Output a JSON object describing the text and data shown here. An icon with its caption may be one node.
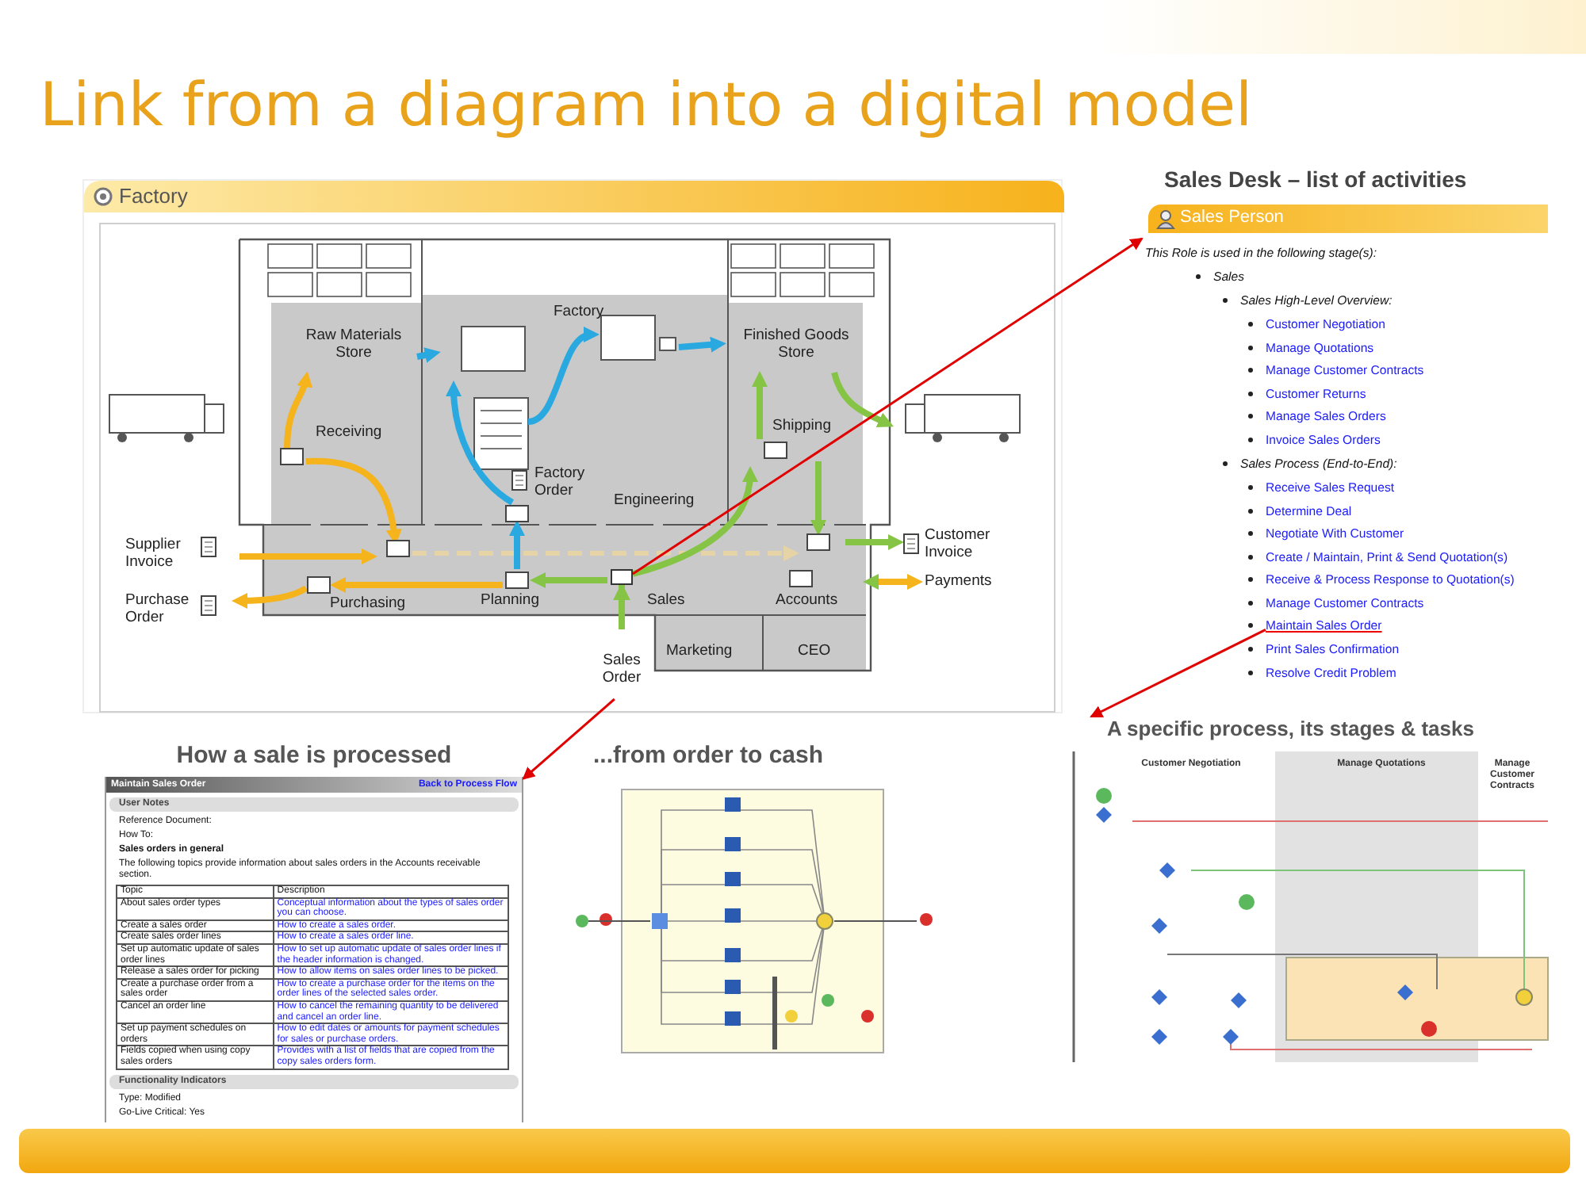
{
  "diagram": {
    "title": "Link from a diagram into a digital model",
    "nodes": [
      {
        "text": [
          "Factory"
        ]
      },
      {
        "text": [],
        "shape": "picture",
        "in": 0
      },
      {
        "text": [],
        "shape": "box",
        "in": 1
      },
      {
        "text": [
          "Sales Order"
        ],
        "in": 1
      },
      {
        "text": [
          "Sales Desk – list of activities",
          "Sales Person",
          "This Role is used in the following stage(s):",
          "Sales",
          "Sales High-Level Overview:",
          "Customer Negotiation",
          "Manage Quotations",
          "Manage Customer Contracts",
          "Customer Returns",
          "Manage Sales Orders",
          "Invoice Sales Orders",
          "Sales Process (End-to-End):",
          "Receive Sales Request",
          "Determine Deal",
          "Negotiate With Customer",
          "Create / Maintain, Print & Send Quotation(s)",
          "Receive & Process Response to Quotation(s)",
          "Manage Customer Contracts",
          "Print Sales Confirmation",
          "Resolve Credit Problem"
        ]
      },
      {
        "text": [
          "Maintain Sales Order"
        ],
        "in": 4
      },
      {
        "text": [
          "How a sale is processed",
          "Maintain Sales Order",
          "Back to Process Flow",
          "User Notes",
          "Reference Document:",
          "How To:",
          "Sales orders in general",
          "The following topics provide information about sales orders in the Accounts receivable section.",
          "Topic",
          "Description",
          "About sales order types",
          "Conceptual information about the types of sales order you can choose.",
          "Create a sales order",
          "How to create a sales order.",
          "Create sales order lines",
          "How to create a sales order line.",
          "Set up automatic update of sales order lines",
          "How to set up automatic update of sales order lines if the header information is changed.",
          "Release a sales order for picking",
          "How to allow items on sales order lines to be picked.",
          "Create a purchase order from a sales order",
          "How to create a purchase order for the items on the order lines of the selected sales order.",
          "Cancel an order line",
          "How to cancel the remaining quantity to be delivered and cancel an order line.",
          "Set up payment schedules on orders",
          "How to edit dates or amounts for payment schedules for sales or purchase orders.",
          "Fields copied when using copy sales orders",
          "Provides with a list of fields that are copied from the copy sales orders form.",
          "Functionality Indicators",
          "Type: Modified",
          "Go-Live Critical: Yes"
        ]
      },
      {
        "text": [
          "...from order to cash"
        ]
      },
      {
        "text": [
          "A specific process, its stages & tasks",
          "Customer Negotiation",
          "Manage Quotations",
          "Manage Customer Contracts"
        ]
      }
    ],
    "edges": [
      {
        "from": 2,
        "to": 4,
        "arrow": "to"
      },
      {
        "from": 5,
        "to": 8,
        "arrow": "to"
      },
      {
        "from": 3,
        "to": 6,
        "arrow": "to"
      },
      {
        "from": 3,
        "to": 2,
        "arrow": "to",
        "style": "thick",
        "color": "#86c446"
      }
    ],
    "labels": [
      "Factory",
      "Raw Materials Store",
      "Receiving",
      "Factory Order",
      "Engineering",
      "Finished Goods Store",
      "Shipping",
      "Supplier Invoice",
      "Purchase Order",
      "Purchasing",
      "Planning",
      "Sales",
      "Accounts",
      "Customer Invoice",
      "Payments",
      "Marketing",
      "CEO"
    ]
  }
}
